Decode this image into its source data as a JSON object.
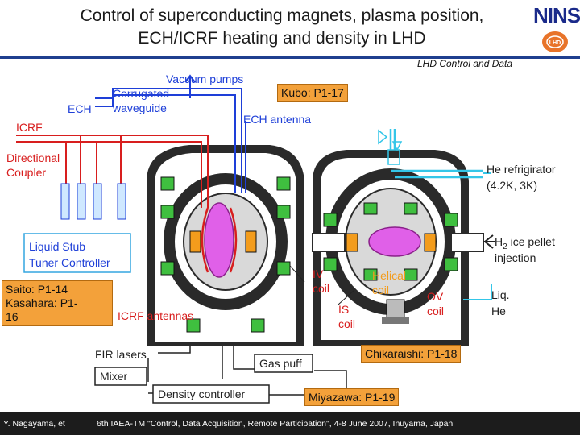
{
  "header": {
    "title_line1": "Control of superconducting magnets, plasma position,",
    "title_line2": "ECH/ICRF heating and density in LHD",
    "logo": "NINS",
    "logo_badge": "LHD",
    "subtitle": "LHD Control and Data"
  },
  "labels": {
    "vacuum_pumps": "Vacuum pumps",
    "corrugated": "Corrugated",
    "waveguide": "waveguide",
    "ech": "ECH",
    "ech_antenna": "ECH antenna",
    "icrf": "ICRF",
    "directional": "Directional",
    "coupler": "Coupler",
    "liquid_stub_1": "Liquid Stub",
    "liquid_stub_2": "Tuner Controller",
    "icrf_antennas": "ICRF antennas",
    "fir_lasers": "FIR lasers",
    "mixer": "Mixer",
    "density_controller": "Density controller",
    "gas_puff": "Gas puff",
    "he_refrigirator": "He refrigirator",
    "temps": "(4.2K, 3K)",
    "h2_pellet_1": "H",
    "h2_pellet_sub": "2",
    "h2_pellet_2": " ice pellet",
    "injection": "injection",
    "iv": "IV",
    "iv_coil": "coil",
    "helical": "Helical",
    "helical_coil": "coil",
    "is": "IS",
    "is_coil": "coil",
    "ov": "OV",
    "ov_coil": "coil",
    "liq": "Liq.",
    "he": "He"
  },
  "refs": {
    "kubo": "Kubo: P1-17",
    "saito_1": "Saito: P1-14",
    "saito_2": "Kasahara: P1-",
    "saito_3": "16",
    "chikaraishi": "Chikaraishi: P1-18",
    "miyazawa": "Miyazawa: P1-19"
  },
  "footer": {
    "author": "Y. Nagayama, et",
    "conference": "6th IAEA-TM \"Control, Data Acquisition, Remote Participation\", 4-8 June 2007, Inuyama, Japan"
  },
  "colors": {
    "accent_blue": "#1e3fd8",
    "accent_red": "#d81e1e",
    "orange_box": "#f3a13a",
    "plasma": "#e060e8",
    "coil_green": "#3fbf3f",
    "cyan": "#34c6e8"
  }
}
